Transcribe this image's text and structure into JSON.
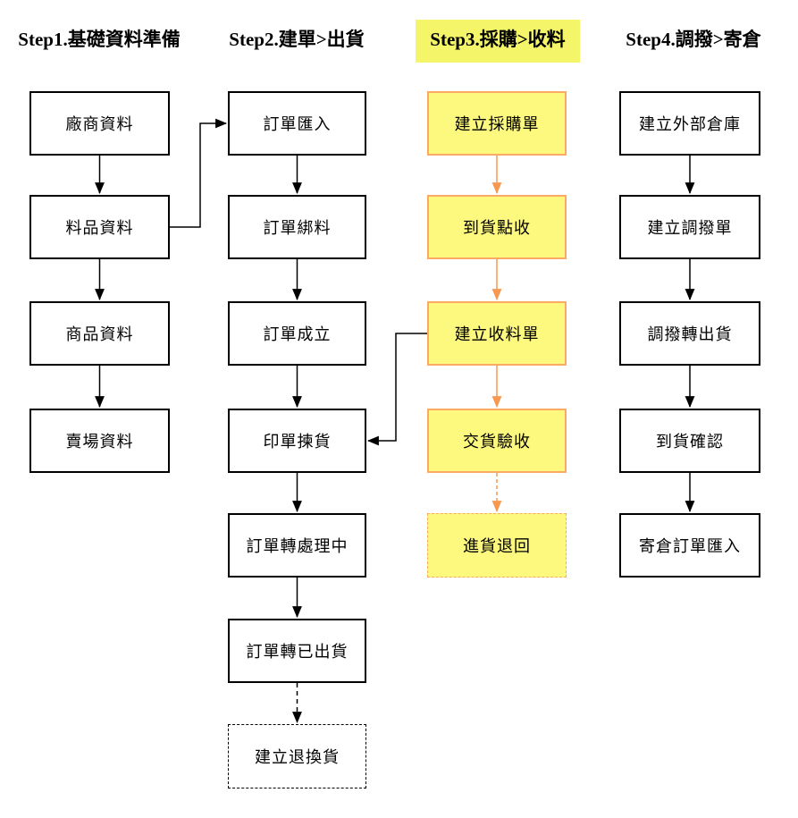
{
  "diagram": {
    "columns": [
      {
        "id": "step1",
        "title": "Step1.基礎資料準備",
        "title_highlighted": false,
        "boxes": [
          {
            "label": "廠商資料",
            "style": "solid-black"
          },
          {
            "label": "料品資料",
            "style": "solid-black"
          },
          {
            "label": "商品資料",
            "style": "solid-black"
          },
          {
            "label": "賣場資料",
            "style": "solid-black"
          }
        ]
      },
      {
        "id": "step2",
        "title": "Step2.建單>出貨",
        "title_highlighted": false,
        "boxes": [
          {
            "label": "訂單匯入",
            "style": "solid-black"
          },
          {
            "label": "訂單綁料",
            "style": "solid-black"
          },
          {
            "label": "訂單成立",
            "style": "solid-black"
          },
          {
            "label": "印單揀貨",
            "style": "solid-black"
          },
          {
            "label": "訂單轉處理中",
            "style": "solid-black"
          },
          {
            "label": "訂單轉已出貨",
            "style": "solid-black"
          },
          {
            "label": "建立退換貨",
            "style": "dashed-black"
          }
        ]
      },
      {
        "id": "step3",
        "title": "Step3.採購>收料",
        "title_highlighted": true,
        "boxes": [
          {
            "label": "建立採購單",
            "style": "solid-yellow"
          },
          {
            "label": "到貨點收",
            "style": "solid-yellow"
          },
          {
            "label": "建立收料單",
            "style": "solid-yellow"
          },
          {
            "label": "交貨驗收",
            "style": "solid-yellow"
          },
          {
            "label": "進貨退回",
            "style": "dashed-yellow"
          }
        ]
      },
      {
        "id": "step4",
        "title": "Step4.調撥>寄倉",
        "title_highlighted": false,
        "boxes": [
          {
            "label": "建立外部倉庫",
            "style": "solid-black"
          },
          {
            "label": "建立調撥單",
            "style": "solid-black"
          },
          {
            "label": "調撥轉出貨",
            "style": "solid-black"
          },
          {
            "label": "到貨確認",
            "style": "solid-black"
          },
          {
            "label": "寄倉訂單匯入",
            "style": "solid-black"
          }
        ]
      }
    ],
    "connections": {
      "vertical": [
        {
          "from": "廠商資料",
          "to": "料品資料",
          "style": "solid-black"
        },
        {
          "from": "料品資料",
          "to": "商品資料",
          "style": "solid-black"
        },
        {
          "from": "商品資料",
          "to": "賣場資料",
          "style": "solid-black"
        },
        {
          "from": "訂單匯入",
          "to": "訂單綁料",
          "style": "solid-black"
        },
        {
          "from": "訂單綁料",
          "to": "訂單成立",
          "style": "solid-black"
        },
        {
          "from": "訂單成立",
          "to": "印單揀貨",
          "style": "solid-black"
        },
        {
          "from": "印單揀貨",
          "to": "訂單轉處理中",
          "style": "solid-black"
        },
        {
          "from": "訂單轉處理中",
          "to": "訂單轉已出貨",
          "style": "solid-black"
        },
        {
          "from": "訂單轉已出貨",
          "to": "建立退換貨",
          "style": "dashed-black"
        },
        {
          "from": "建立採購單",
          "to": "到貨點收",
          "style": "solid-orange"
        },
        {
          "from": "到貨點收",
          "to": "建立收料單",
          "style": "solid-orange"
        },
        {
          "from": "建立收料單",
          "to": "交貨驗收",
          "style": "solid-orange"
        },
        {
          "from": "交貨驗收",
          "to": "進貨退回",
          "style": "dashed-orange"
        },
        {
          "from": "建立外部倉庫",
          "to": "建立調撥單",
          "style": "solid-black"
        },
        {
          "from": "建立調撥單",
          "to": "調撥轉出貨",
          "style": "solid-black"
        },
        {
          "from": "調撥轉出貨",
          "to": "到貨確認",
          "style": "solid-black"
        },
        {
          "from": "到貨確認",
          "to": "寄倉訂單匯入",
          "style": "solid-black"
        }
      ],
      "cross": [
        {
          "from": "料品資料",
          "to": "訂單匯入",
          "style": "solid-black"
        },
        {
          "from": "建立收料單",
          "to": "印單揀貨",
          "style": "solid-black"
        }
      ]
    },
    "colors": {
      "highlight_fill": "#FDF87E",
      "highlight_border": "#FAAA64",
      "header_highlight": "#F5F56A",
      "arrow_orange": "#F79850",
      "arrow_black": "#000000",
      "box_border": "#000000",
      "background": "#FFFFFF"
    }
  }
}
